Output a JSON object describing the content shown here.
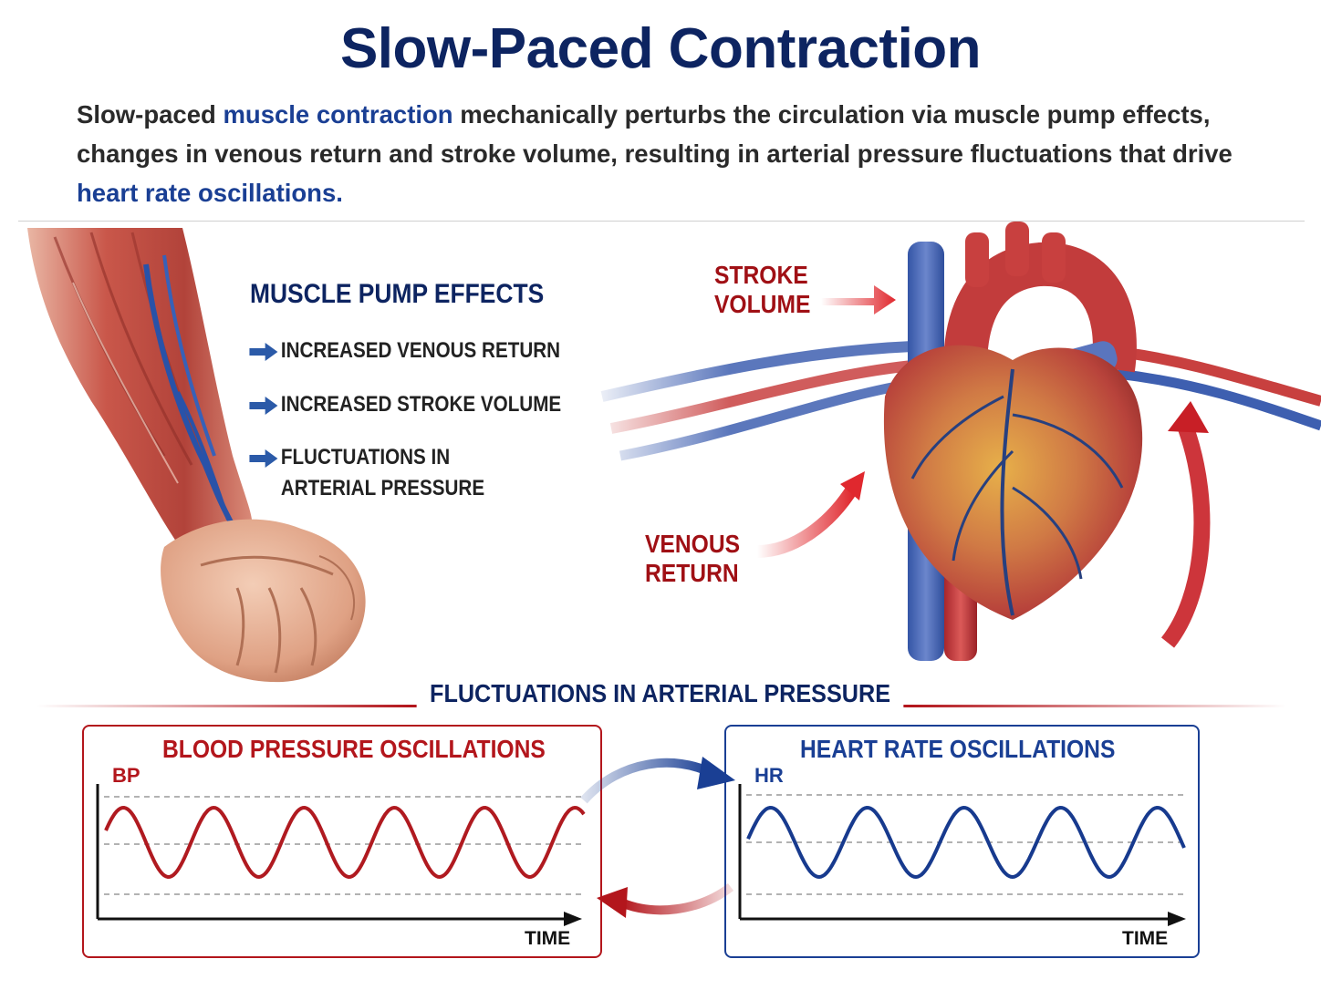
{
  "title": "Slow-Paced Contraction",
  "intro": {
    "part1": "Slow-paced ",
    "highlight1": "muscle contraction",
    "part2": " mechanically perturbs the circulation via muscle pump effects, changes in venous return and stroke volume, resulting in arterial pressure fluctuations that drive ",
    "highlight2": "heart rate oscillations."
  },
  "muscle_pump": {
    "heading": "MUSCLE PUMP EFFECTS",
    "items": [
      {
        "line1": "INCREASED VENOUS RETURN",
        "line2": ""
      },
      {
        "line1": "INCREASED STROKE VOLUME",
        "line2": ""
      },
      {
        "line1": "FLUCTUATIONS IN",
        "line2": "ARTERIAL PRESSURE"
      }
    ]
  },
  "heart_labels": {
    "stroke_line1": "STROKE",
    "stroke_line2": "VOLUME",
    "venous_line1": "VENOUS",
    "venous_line2": "RETURN"
  },
  "section_title": "FLUCTUATIONS IN ARTERIAL PRESSURE",
  "bp_panel": {
    "title": "BLOOD PRESSURE OSCILLATIONS",
    "y_label": "BP",
    "x_label": "TIME"
  },
  "hr_panel": {
    "title": "HEART RATE OSCILLATIONS",
    "y_label": "HR",
    "x_label": "TIME"
  },
  "colors": {
    "navy": "#0d2461",
    "blue": "#1a3f94",
    "red": "#b3161c",
    "dark_red": "#a01015",
    "text": "#2a2a2a",
    "bp_wave": "#b01a20",
    "hr_wave": "#173a8e"
  },
  "icons": [
    "forearm-illustration",
    "heart-illustration",
    "right-arrow-icon"
  ]
}
